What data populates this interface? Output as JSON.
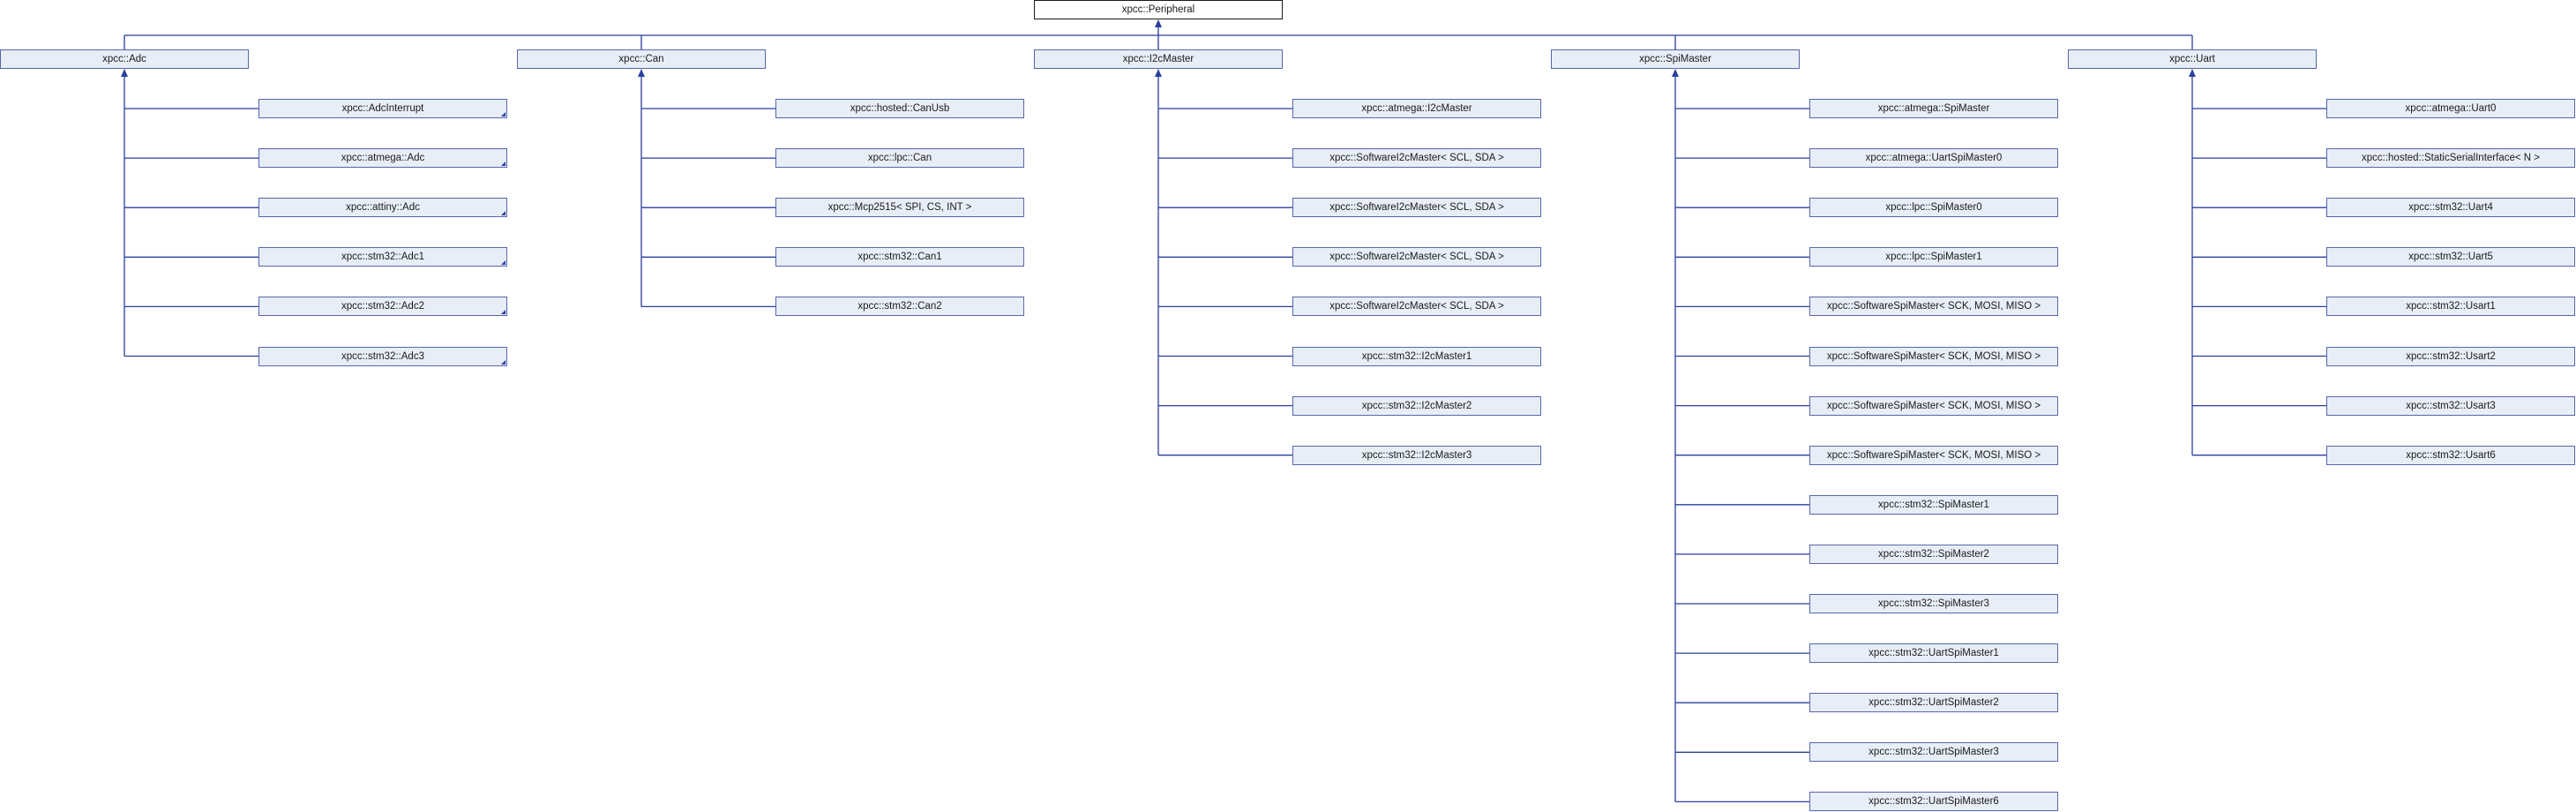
{
  "diagram": {
    "root": {
      "label": "xpcc::Peripheral"
    },
    "groups": [
      {
        "label": "xpcc::Adc",
        "children": [
          {
            "label": "xpcc::AdcInterrupt",
            "more": true
          },
          {
            "label": "xpcc::atmega::Adc",
            "more": true
          },
          {
            "label": "xpcc::attiny::Adc",
            "more": true
          },
          {
            "label": "xpcc::stm32::Adc1",
            "more": true
          },
          {
            "label": "xpcc::stm32::Adc2",
            "more": true
          },
          {
            "label": "xpcc::stm32::Adc3",
            "more": true
          }
        ]
      },
      {
        "label": "xpcc::Can",
        "children": [
          {
            "label": "xpcc::hosted::CanUsb",
            "more": false
          },
          {
            "label": "xpcc::lpc::Can",
            "more": false
          },
          {
            "label": "xpcc::Mcp2515< SPI, CS, INT >",
            "more": false
          },
          {
            "label": "xpcc::stm32::Can1",
            "more": false
          },
          {
            "label": "xpcc::stm32::Can2",
            "more": false
          }
        ]
      },
      {
        "label": "xpcc::I2cMaster",
        "children": [
          {
            "label": "xpcc::atmega::I2cMaster",
            "more": false
          },
          {
            "label": "xpcc::SoftwareI2cMaster< SCL, SDA >",
            "more": false
          },
          {
            "label": "xpcc::SoftwareI2cMaster< SCL, SDA >",
            "more": false
          },
          {
            "label": "xpcc::SoftwareI2cMaster< SCL, SDA >",
            "more": false
          },
          {
            "label": "xpcc::SoftwareI2cMaster< SCL, SDA >",
            "more": false
          },
          {
            "label": "xpcc::stm32::I2cMaster1",
            "more": false
          },
          {
            "label": "xpcc::stm32::I2cMaster2",
            "more": false
          },
          {
            "label": "xpcc::stm32::I2cMaster3",
            "more": false
          }
        ]
      },
      {
        "label": "xpcc::SpiMaster",
        "children": [
          {
            "label": "xpcc::atmega::SpiMaster",
            "more": false
          },
          {
            "label": "xpcc::atmega::UartSpiMaster0",
            "more": false
          },
          {
            "label": "xpcc::lpc::SpiMaster0",
            "more": false
          },
          {
            "label": "xpcc::lpc::SpiMaster1",
            "more": false
          },
          {
            "label": "xpcc::SoftwareSpiMaster< SCK, MOSI, MISO >",
            "more": false
          },
          {
            "label": "xpcc::SoftwareSpiMaster< SCK, MOSI, MISO >",
            "more": false
          },
          {
            "label": "xpcc::SoftwareSpiMaster< SCK, MOSI, MISO >",
            "more": false
          },
          {
            "label": "xpcc::SoftwareSpiMaster< SCK, MOSI, MISO >",
            "more": false
          },
          {
            "label": "xpcc::stm32::SpiMaster1",
            "more": false
          },
          {
            "label": "xpcc::stm32::SpiMaster2",
            "more": false
          },
          {
            "label": "xpcc::stm32::SpiMaster3",
            "more": false
          },
          {
            "label": "xpcc::stm32::UartSpiMaster1",
            "more": false
          },
          {
            "label": "xpcc::stm32::UartSpiMaster2",
            "more": false
          },
          {
            "label": "xpcc::stm32::UartSpiMaster3",
            "more": false
          },
          {
            "label": "xpcc::stm32::UartSpiMaster6",
            "more": false
          }
        ]
      },
      {
        "label": "xpcc::Uart",
        "children": [
          {
            "label": "xpcc::atmega::Uart0",
            "more": false
          },
          {
            "label": "xpcc::hosted::StaticSerialInterface< N >",
            "more": false
          },
          {
            "label": "xpcc::stm32::Uart4",
            "more": false
          },
          {
            "label": "xpcc::stm32::Uart5",
            "more": false
          },
          {
            "label": "xpcc::stm32::Usart1",
            "more": false
          },
          {
            "label": "xpcc::stm32::Usart2",
            "more": false
          },
          {
            "label": "xpcc::stm32::Usart3",
            "more": false
          },
          {
            "label": "xpcc::stm32::Usart6",
            "more": false
          }
        ]
      }
    ]
  }
}
